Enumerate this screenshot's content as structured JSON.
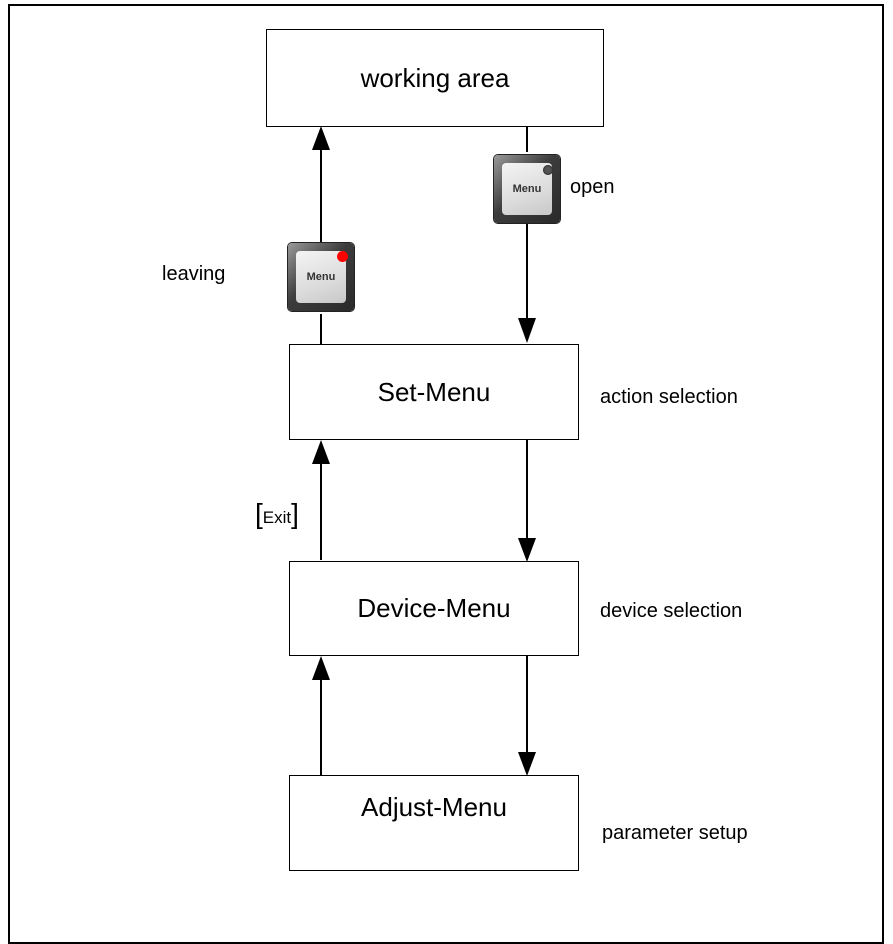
{
  "boxes": {
    "working_area": "working area",
    "set_menu": "Set-Menu",
    "device_menu": "Device-Menu",
    "adjust_menu": "Adjust-Menu"
  },
  "labels": {
    "open": "open",
    "leaving": "leaving",
    "exit_open_bracket": "[",
    "exit": "Exit",
    "exit_close_bracket": "]",
    "action_selection": "action selection",
    "device_selection": "device selection",
    "parameter_setup": "parameter setup"
  },
  "keys": {
    "open_key": {
      "text": "Menu",
      "led_color": "#555555"
    },
    "leaving_key": {
      "text": "Menu",
      "led_color": "#ff0000"
    }
  }
}
